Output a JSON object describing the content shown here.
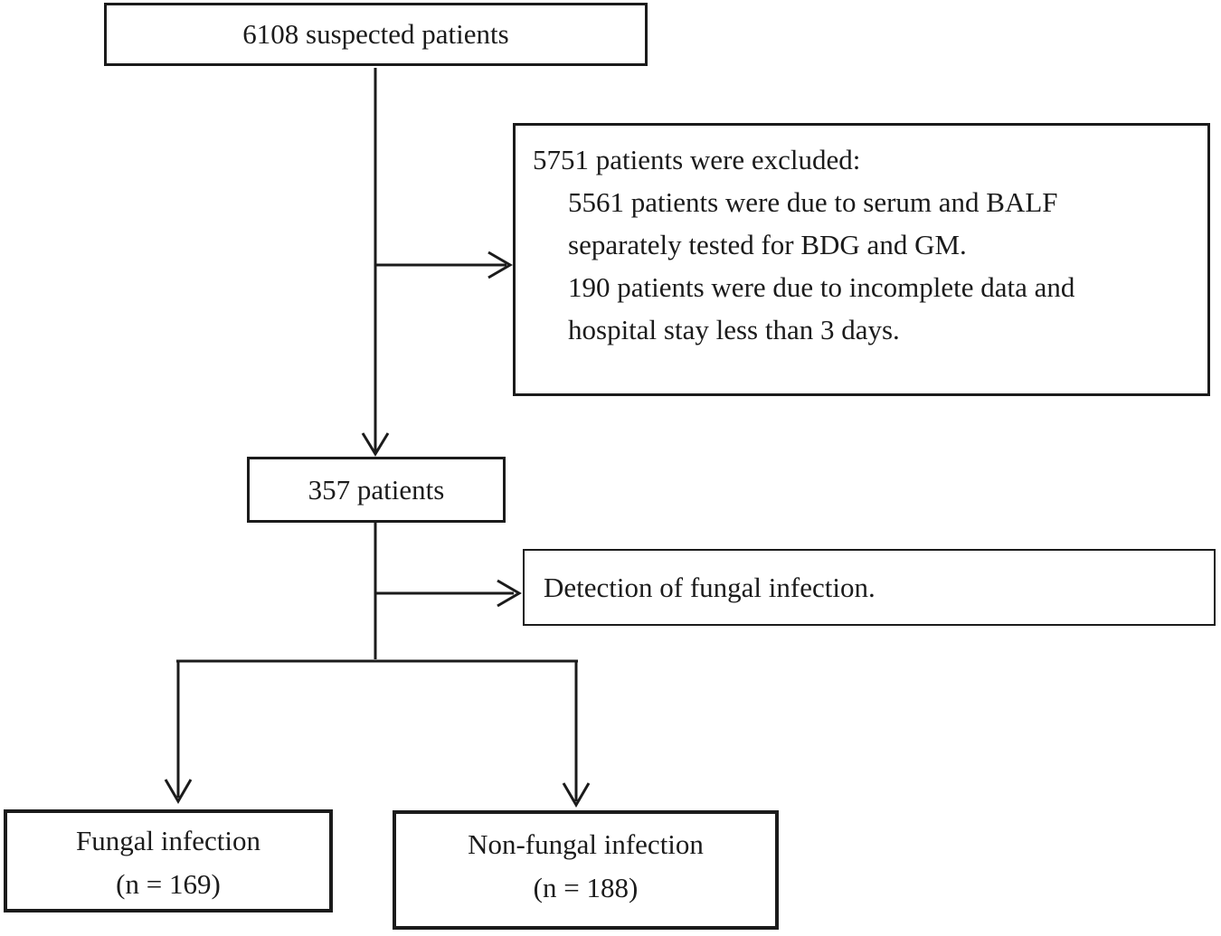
{
  "diagram": {
    "nodes": {
      "suspected": {
        "label": "6108 suspected patients"
      },
      "excluded": {
        "lines": [
          "5751 patients were excluded:",
          "5561 patients were due to serum and BALF",
          "separately tested for BDG and GM.",
          "190 patients were due to incomplete data and",
          "hospital stay less than 3 days."
        ]
      },
      "enrolled": {
        "label": "357 patients"
      },
      "detection": {
        "label": "Detection of fungal infection."
      },
      "fungal": {
        "title": "Fungal infection",
        "count": "(n = 169)"
      },
      "nonfungal": {
        "title": "Non-fungal infection",
        "count": "(n = 188)"
      }
    },
    "colors": {
      "ink": "#1b1b1b",
      "background": "#ffffff"
    }
  }
}
